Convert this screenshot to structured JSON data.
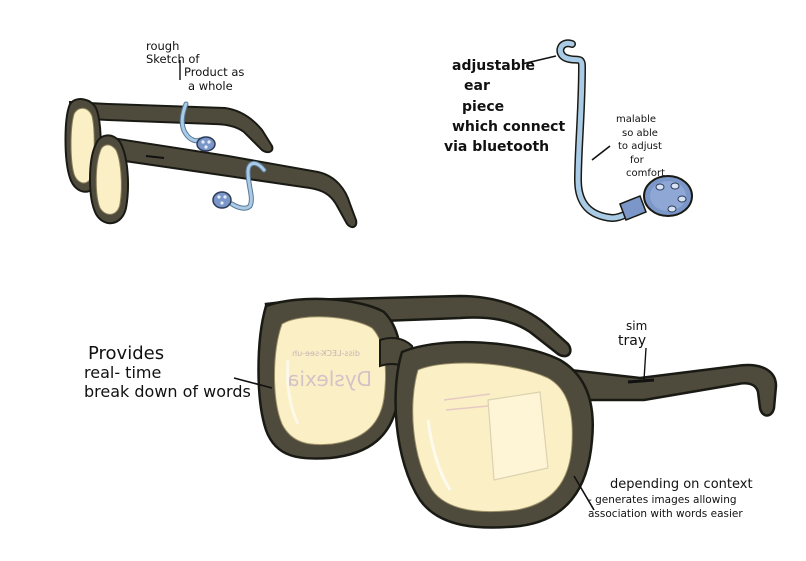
{
  "annotations": {
    "rough_sketch": [
      "rough",
      "Sketch of",
      "Product as",
      "a whole"
    ],
    "ear_piece": [
      "adjustable",
      "ear",
      "piece",
      "which connect",
      "via bluetooth"
    ],
    "malleable": [
      "malable",
      "so able",
      "to adjust",
      "for",
      "comfort"
    ],
    "provides": [
      "Provides",
      "real- time",
      "break down of words"
    ],
    "sim_tray": [
      "sim",
      "tray"
    ],
    "depending": [
      "depending on context",
      "- generates images allowing",
      "association with words easier"
    ]
  },
  "lens_text": {
    "line1": "diss-LECK-see-uh",
    "line2": "Dyslexia"
  },
  "colors": {
    "frame": "#4f4b3c",
    "frame_dark": "#3a3729",
    "lens": "#fbefc6",
    "ear_wire": "#aacbe6",
    "ear_bud": "#7b96c8"
  }
}
